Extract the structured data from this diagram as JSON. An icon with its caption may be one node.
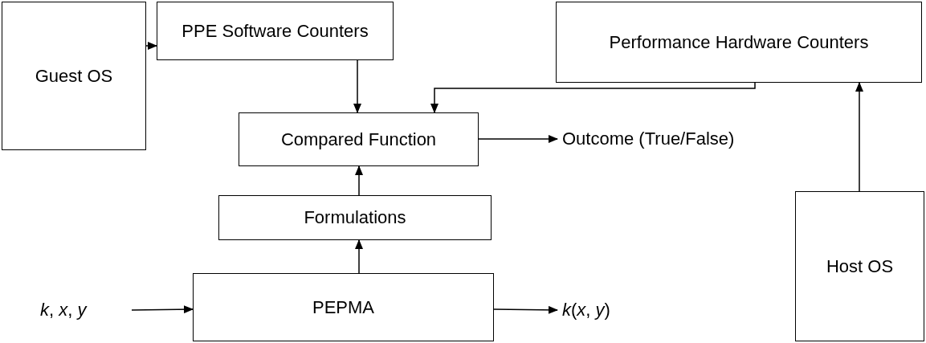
{
  "diagram": {
    "nodes": [
      {
        "text": [
          "Guest OS"
        ]
      },
      {
        "text": [
          "PPE Software Counters"
        ]
      },
      {
        "text": [
          "Performance Hardware Counters"
        ]
      },
      {
        "text": [
          "Compared Function"
        ]
      },
      {
        "text": [
          "Outcome (True/False)"
        ]
      },
      {
        "text": [
          "Formulations"
        ]
      },
      {
        "text": [
          "*k*, *x*, *y*"
        ]
      },
      {
        "text": [
          "PEPMA"
        ]
      },
      {
        "text": [
          "*k*(*x*, *y*)"
        ]
      },
      {
        "text": [
          "Host OS"
        ]
      }
    ],
    "edges": [
      {
        "from": 0,
        "to": 1,
        "arrow": "to"
      },
      {
        "from": 1,
        "to": 3,
        "arrow": "to"
      },
      {
        "from": 2,
        "to": 3,
        "arrow": "to"
      },
      {
        "from": 3,
        "to": 4,
        "arrow": "to"
      },
      {
        "from": 5,
        "to": 3,
        "arrow": "to"
      },
      {
        "from": 7,
        "to": 5,
        "arrow": "to"
      },
      {
        "from": 6,
        "to": 7,
        "arrow": "to"
      },
      {
        "from": 7,
        "to": 8,
        "arrow": "to"
      },
      {
        "from": 9,
        "to": 2,
        "arrow": "to"
      }
    ]
  }
}
